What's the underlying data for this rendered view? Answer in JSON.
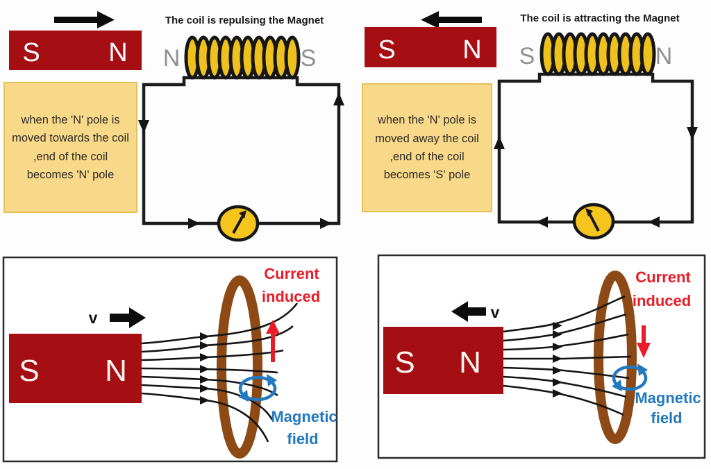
{
  "colors": {
    "magnet_red": "#a50f13",
    "coil_gold": "#efc11c",
    "galvanometer_gold": "#f6c51d",
    "ring_brown": "#8d4a16",
    "note_bg": "#f8d98a",
    "note_border": "#e4c258",
    "accent_red": "#ea1c27",
    "accent_blue": "#2279be",
    "wire_black": "#1c1c1c",
    "pole_label_gray": "#8f8f8f"
  },
  "top_left": {
    "title": "The coil is repulsing the Magnet",
    "motion_arrow_direction": "right",
    "magnet": {
      "left": "S",
      "right": "N"
    },
    "note": "when the 'N' pole is moved towards the coil ,end of the coil becomes 'N' pole",
    "coil": {
      "left": "N",
      "right": "S"
    },
    "current_direction": "clockwise-right"
  },
  "top_right": {
    "title": "The coil is attracting the Magnet",
    "motion_arrow_direction": "left",
    "magnet": {
      "left": "S",
      "right": "N"
    },
    "note": "when the 'N' pole is moved away the coil ,end of the coil becomes 'S' pole",
    "coil": {
      "left": "S",
      "right": "N"
    },
    "current_direction": "counterclockwise-left"
  },
  "bottom_left": {
    "velocity_label": "v",
    "velocity_direction": "right",
    "magnet": {
      "left": "S",
      "right": "N"
    },
    "current_label_lines": [
      "Current",
      "induced"
    ],
    "current_arrow_direction": "up",
    "field_label_lines": [
      "Magnetic",
      "field"
    ]
  },
  "bottom_right": {
    "velocity_label": "v",
    "velocity_direction": "left",
    "magnet": {
      "left": "S",
      "right": "N"
    },
    "current_label_lines": [
      "Current",
      "induced"
    ],
    "current_arrow_direction": "down",
    "field_label_lines": [
      "Magnetic",
      "field"
    ]
  }
}
